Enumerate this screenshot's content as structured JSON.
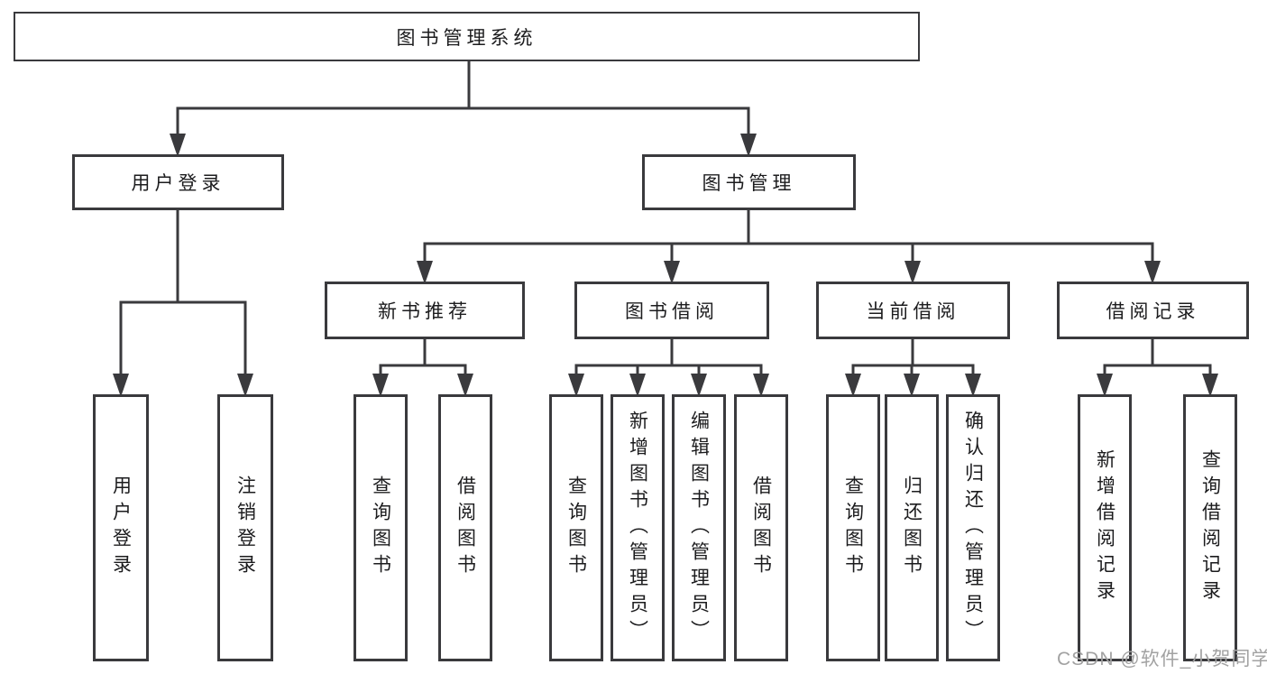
{
  "diagram": {
    "title": "图书管理系统",
    "watermark": "CSDN @软件_小贺同学",
    "colors": {
      "line": "#3a3a3d",
      "text": "#1c1c1e",
      "background": "#ffffff",
      "watermark": "#a2a2a2"
    },
    "tree": {
      "label": "图书管理系统",
      "children": [
        {
          "label": "用户登录",
          "children": [
            {
              "label": "用户登录"
            },
            {
              "label": "注销登录"
            }
          ]
        },
        {
          "label": "图书管理",
          "children": [
            {
              "label": "新书推荐",
              "children": [
                {
                  "label": "查询图书"
                },
                {
                  "label": "借阅图书"
                }
              ]
            },
            {
              "label": "图书借阅",
              "children": [
                {
                  "label": "查询图书"
                },
                {
                  "label": "新增图书（管理员）"
                },
                {
                  "label": "编辑图书（管理员）"
                },
                {
                  "label": "借阅图书"
                }
              ]
            },
            {
              "label": "当前借阅",
              "children": [
                {
                  "label": "查询图书"
                },
                {
                  "label": "归还图书"
                },
                {
                  "label": "确认归还（管理员）"
                }
              ]
            },
            {
              "label": "借阅记录",
              "children": [
                {
                  "label": "新增借阅记录"
                },
                {
                  "label": "查询借阅记录"
                }
              ]
            }
          ]
        }
      ]
    }
  }
}
